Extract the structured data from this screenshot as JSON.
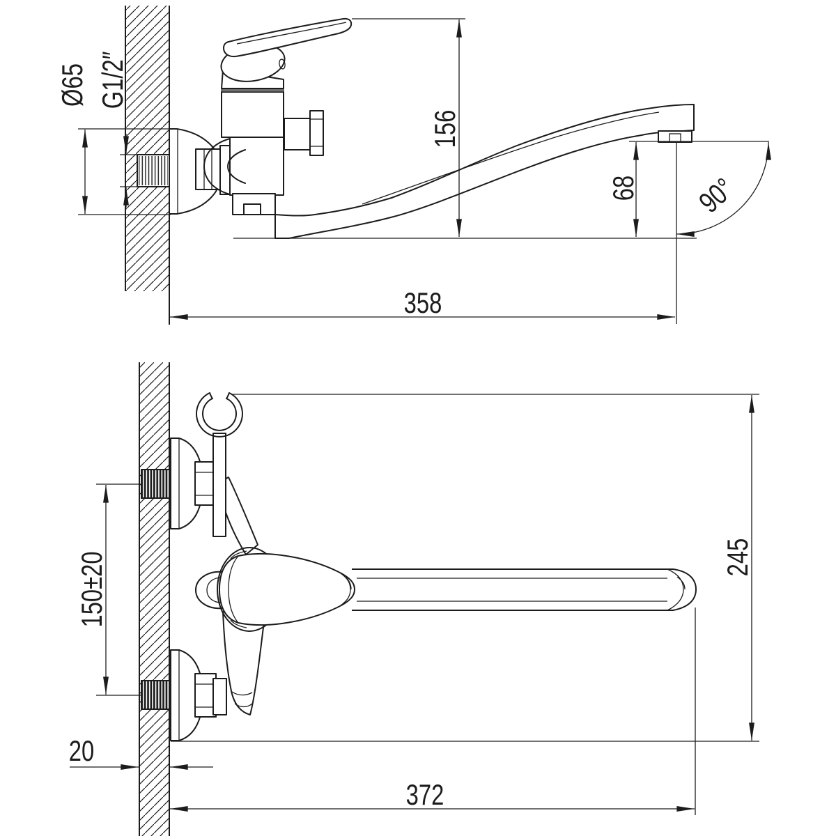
{
  "colors": {
    "ink": "#1c1c1c",
    "background": "#ffffff"
  },
  "dimensions": {
    "escutcheon_diameter": "Ø65",
    "thread_size": "G1/2″",
    "spout_rise": "156",
    "outlet_drop": "68",
    "spout_swing_angle": "90°",
    "side_reach": "358",
    "inlet_spacing": "150±20",
    "overall_height": "245",
    "wall_thickness": "20",
    "front_reach": "372"
  }
}
